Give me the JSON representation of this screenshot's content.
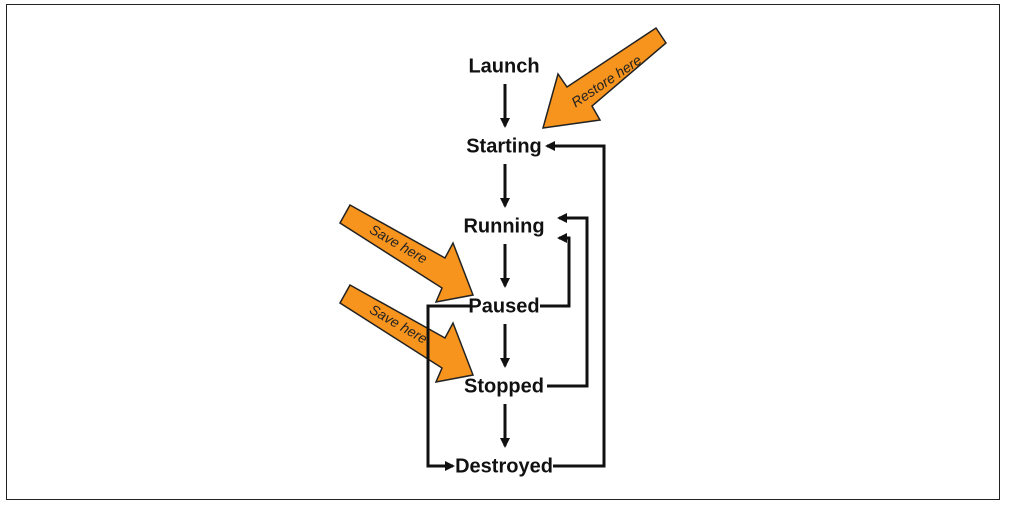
{
  "states": {
    "launch": "Launch",
    "starting": "Starting",
    "running": "Running",
    "paused": "Paused",
    "stopped": "Stopped",
    "destroyed": "Destroyed"
  },
  "callouts": {
    "restore": "Restore here",
    "save_paused": "Save here",
    "save_stopped": "Save here"
  },
  "colors": {
    "callout_fill": "#F7941D",
    "line": "#111111"
  }
}
